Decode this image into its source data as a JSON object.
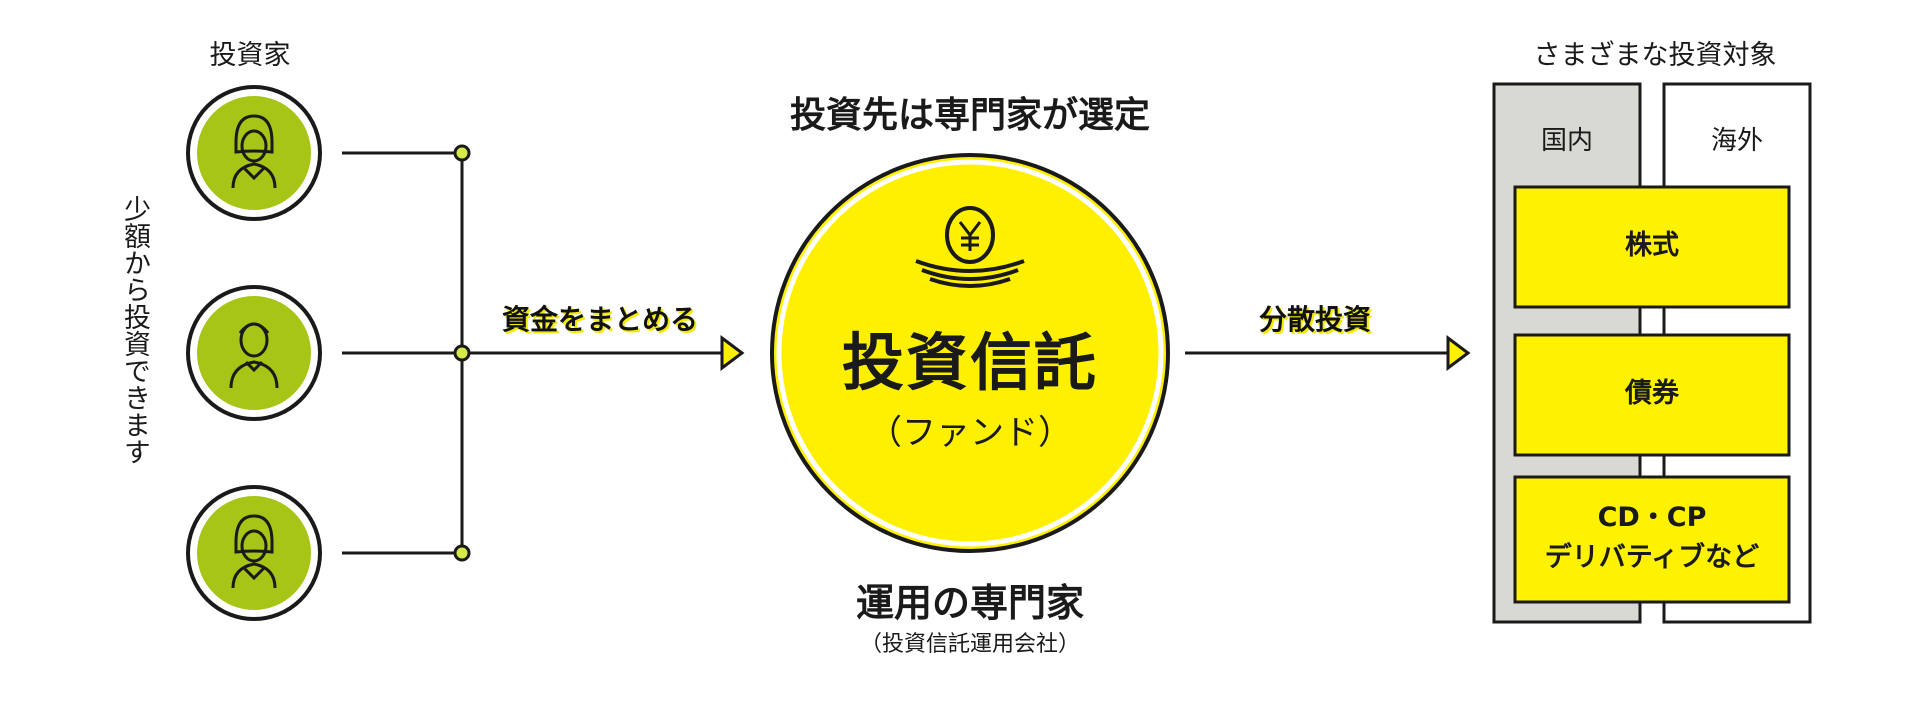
{
  "investors": {
    "label": "投資家",
    "note": "少額から投資できます",
    "icons": [
      "woman-icon",
      "man-icon",
      "woman-icon"
    ]
  },
  "flow": {
    "collect_label": "資金をまとめる",
    "diversify_label": "分散投資"
  },
  "fund": {
    "heading": "投資先は専門家が選定",
    "title": "投資信託",
    "subtitle": "（ファンド）",
    "icon": "yen-egg-nest-icon",
    "manager_title": "運用の専門家",
    "manager_subtitle": "（投資信託運用会社）"
  },
  "targets": {
    "title": "さまざまな投資対象",
    "domestic": "国内",
    "overseas": "海外",
    "assets": [
      "株式",
      "債券",
      "CD・CP",
      "デリバティブなど"
    ]
  },
  "colors": {
    "investor_green": "#a6c516",
    "fund_yellow": "#fff000",
    "asset_yellow": "#fff200",
    "domestic_gray": "#d9d9d4",
    "line": "#1a1a1a"
  }
}
